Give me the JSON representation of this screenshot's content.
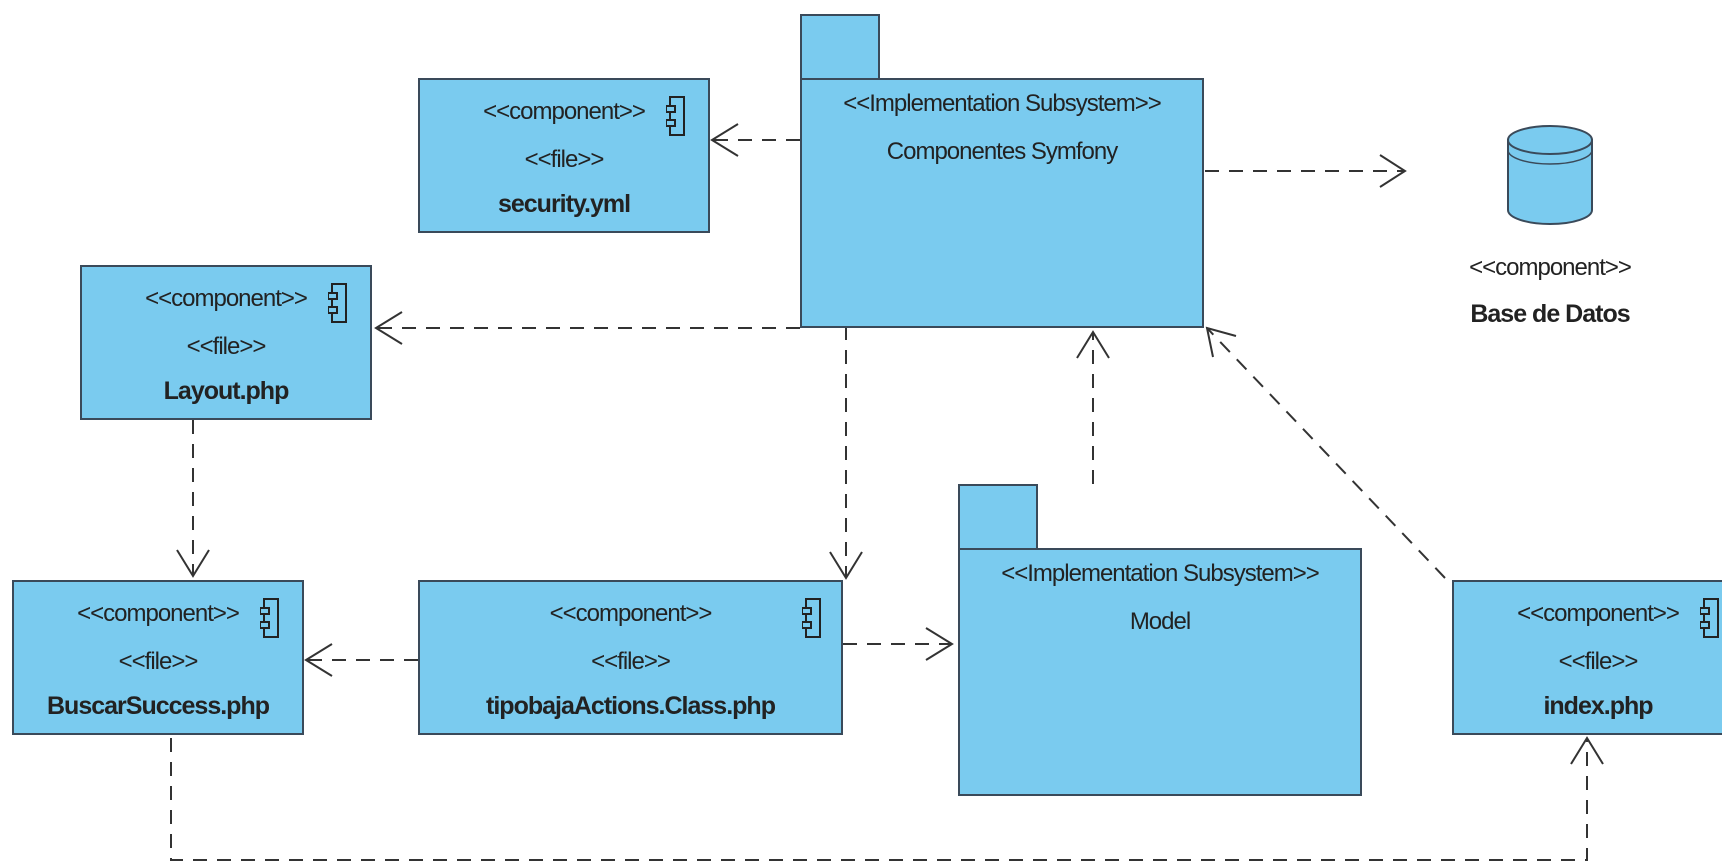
{
  "components": {
    "security": {
      "stereotype1": "<<component>>",
      "stereotype2": "<<file>>",
      "name": "security.yml"
    },
    "layout": {
      "stereotype1": "<<component>>",
      "stereotype2": "<<file>>",
      "name": "Layout.php"
    },
    "buscar": {
      "stereotype1": "<<component>>",
      "stereotype2": "<<file>>",
      "name": "BuscarSuccess.php"
    },
    "tipobaja": {
      "stereotype1": "<<component>>",
      "stereotype2": "<<file>>",
      "name": "tipobajaActions.Class.php"
    },
    "index": {
      "stereotype1": "<<component>>",
      "stereotype2": "<<file>>",
      "name": "index.php"
    },
    "database": {
      "stereotype1": "<<component>>",
      "name": "Base de Datos"
    }
  },
  "subsystems": {
    "symfony": {
      "stereotype": "<<Implementation Subsystem>>",
      "name": "Componentes Symfony"
    },
    "model": {
      "stereotype": "<<Implementation Subsystem>>",
      "name": "Model"
    }
  },
  "colors": {
    "fill": "#7acbef",
    "border": "#3a4a5a",
    "line": "#333333"
  },
  "icons": [
    "component-icon",
    "database-icon",
    "open-arrow-icon"
  ]
}
